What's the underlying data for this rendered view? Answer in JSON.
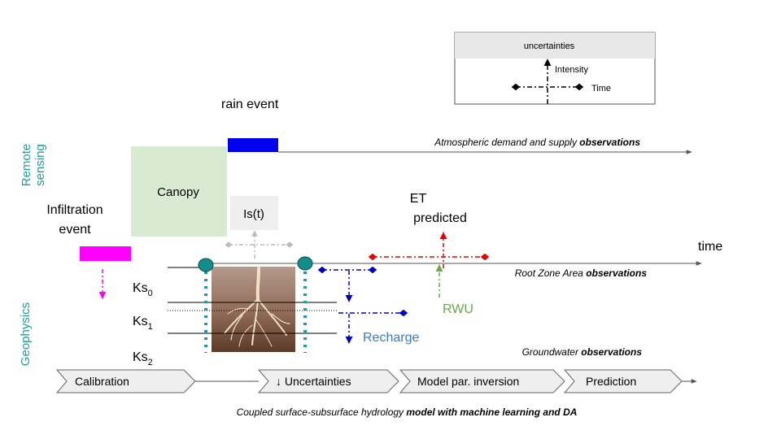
{
  "legend": {
    "title": "uncertainties",
    "intensity": "Intensity",
    "time": "Time"
  },
  "labels": {
    "rain_event": "rain event",
    "atmospheric_prefix": "Atmospheric demand and supply ",
    "atmospheric_bold": "observations",
    "remote_sensing_1": "Remote",
    "remote_sensing_2": "sensing",
    "geophysics": "Geophysics",
    "canopy": "Canopy",
    "is_t": "Is(t)",
    "infiltration_1": "Infiltration",
    "infiltration_2": "event",
    "et_1": "ET",
    "et_2": "predicted",
    "time": "time",
    "root_zone_prefix": "Root Zone Area ",
    "root_zone_bold": "observations",
    "ks0_base": "Ks",
    "ks0_sub": "0",
    "ks1_base": "Ks",
    "ks1_sub": "1",
    "ks2_base": "Ks",
    "ks2_sub": "2",
    "rwu": "RWU",
    "recharge": "Recharge",
    "groundwater_prefix": "Groundwater ",
    "groundwater_bold": "observations",
    "caption_prefix": "Coupled surface-subsurface hydrology ",
    "caption_bold": "model with machine learning and DA"
  },
  "workflow": {
    "steps": [
      "Calibration",
      "↓ Uncertainties",
      "Model par. inversion",
      "Prediction"
    ]
  },
  "colors": {
    "remote_sensing_text": "#1aa39a",
    "canopy_fill": "#d9ead3",
    "rain_bar": "#0000ee",
    "infiltration_bar": "#ff00ff",
    "et_arrow": "#ee0000",
    "recharge_arrow": "#0000cc",
    "recharge_text": "#3c78d8",
    "rwu": "#6aa84f",
    "teal_dots": "#12a1a9",
    "node_fill": "#138c8c",
    "workflow_fill": "#efefef",
    "legend_header": "#e8e8e8"
  }
}
